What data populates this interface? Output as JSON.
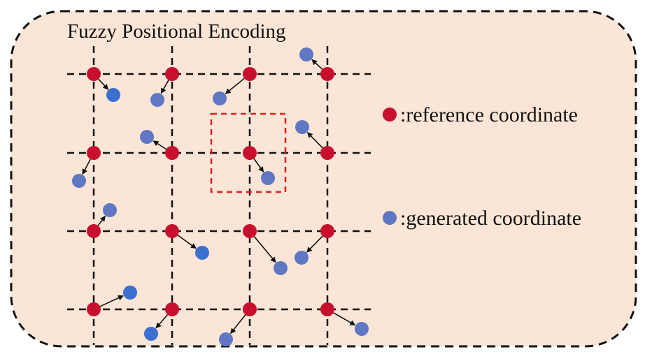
{
  "title": "Fuzzy Positional Encoding",
  "colors": {
    "panel_fill": "#fbe5d6",
    "reference_dot": "#c8102e",
    "generated_dot": "#6077c4",
    "generated_dot_alt": "#3b6fd0",
    "highlight_box": "#e02020",
    "grid_line": "#111111",
    "arrow": "#111111"
  },
  "legend": [
    {
      "marker": "reference",
      "label": ":reference coordinate"
    },
    {
      "marker": "generated",
      "label": ":generated coordinate"
    }
  ],
  "grid": {
    "rows": 4,
    "cols": 4,
    "highlighted_cell": [
      1,
      2
    ]
  }
}
